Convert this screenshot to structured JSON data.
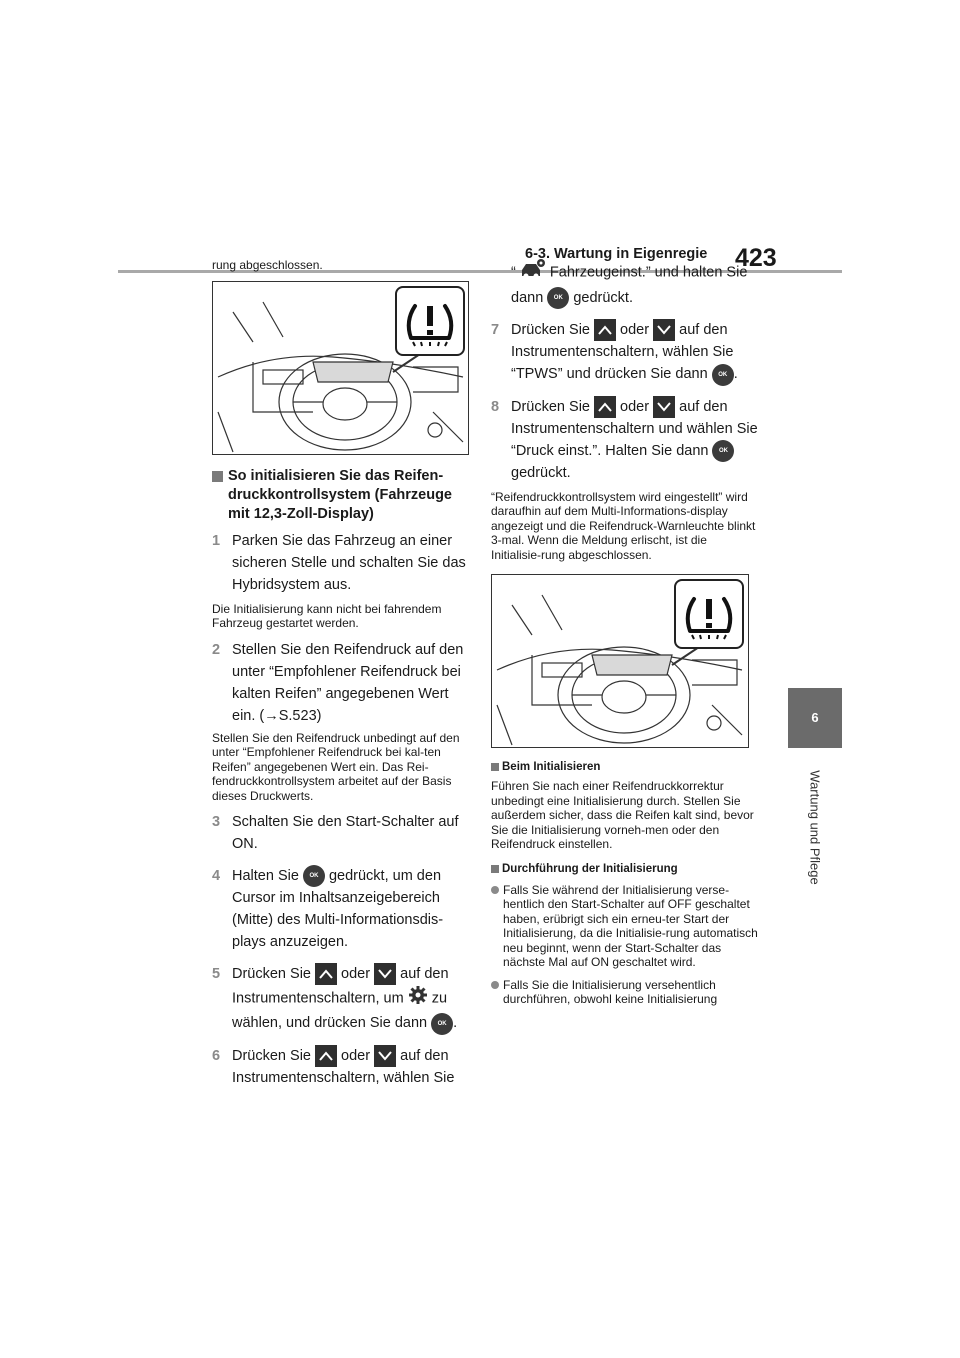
{
  "header": {
    "page_number": "423",
    "section": "6-3. Wartung in Eigenregie"
  },
  "side_tab": {
    "number": "6",
    "label": "Wartung und Pflege"
  },
  "left": {
    "intro": "rung abgeschlossen.",
    "heading": "So initialisieren Sie das Reifen-druckkontrollsystem (Fahrzeuge mit 12,3-Zoll-Display)",
    "step1": "Parken Sie das Fahrzeug an einer sicheren Stelle und schalten Sie das Hybridsystem aus.",
    "note1": "Die Initialisierung kann nicht bei fahrendem Fahrzeug gestartet werden.",
    "step2": "Stellen Sie den Reifendruck auf den unter “Empfohlener Reifendruck bei kalten Reifen” angegebenen Wert ein. (→S.523)",
    "note2": "Stellen Sie den Reifendruck unbedingt auf den unter “Empfohlener Reifendruck bei kal-ten Reifen” angegebenen Wert ein. Das Rei-fendruckkontrollsystem arbeitet auf der Basis dieses Druckwerts.",
    "step3": "Schalten Sie den Start-Schalter auf ON.",
    "step4a": "Halten Sie",
    "step4b": "gedrückt, um den Cursor im Inhaltsanzeigebereich (Mitte) des Multi-Informationsdis-plays anzuzeigen.",
    "step5a": "Drücken Sie",
    "step5b": "oder",
    "step5c": "auf den Instrumentenschaltern, um",
    "step5d": "zu wählen, und drücken Sie dann",
    "step5e": ".",
    "step6a": "Drücken Sie",
    "step6b": "oder",
    "step6c": "auf den Instrumentenschaltern, wählen Sie"
  },
  "right": {
    "cont1a": "“",
    "cont1b": "Fahrzeugeinst.” und halten Sie dann",
    "cont1c": "gedrückt.",
    "step7a": "Drücken Sie",
    "step7b": "oder",
    "step7c": "auf den Instrumentenschaltern, wählen Sie “TPWS” und drücken Sie dann",
    "step7d": ".",
    "step8a": "Drücken Sie",
    "step8b": "oder",
    "step8c": "auf den Instrumentenschaltern und wählen Sie “Druck einst.”. Halten Sie dann",
    "step8d": "gedrückt.",
    "note8": "“Reifendruckkontrollsystem wird eingestellt” wird daraufhin auf dem Multi-Informations-display angezeigt und die Reifendruck-Warnleuchte blinkt 3-mal. Wenn die Meldung erlischt, ist die Initialisie-rung abgeschlossen.",
    "sub1": "Beim Initialisieren",
    "sub1_text": "Führen Sie nach einer Reifendruckkorrektur unbedingt eine Initialisierung durch. Stellen Sie außerdem sicher, dass die Reifen kalt sind, bevor Sie die Initialisierung vorneh-men oder den Reifendruck einstellen.",
    "sub2": "Durchführung der Initialisierung",
    "bullet1": "Falls Sie während der Initialisierung verse-hentlich den Start-Schalter auf OFF geschaltet haben, erübrigt sich ein erneu-ter Start der Initialisierung, da die Initialisie-rung automatisch neu beginnt, wenn der Start-Schalter das nächste Mal auf ON geschaltet wird.",
    "bullet2": "Falls Sie die Initialisierung versehentlich durchführen, obwohl keine Initialisierung"
  },
  "ok_label": "OK",
  "icons": {
    "up": "chevron-up-icon",
    "down": "chevron-down-icon",
    "gear": "gear-icon",
    "car_settings": "car-settings-icon",
    "tpms": "tire-pressure-warning-icon"
  }
}
